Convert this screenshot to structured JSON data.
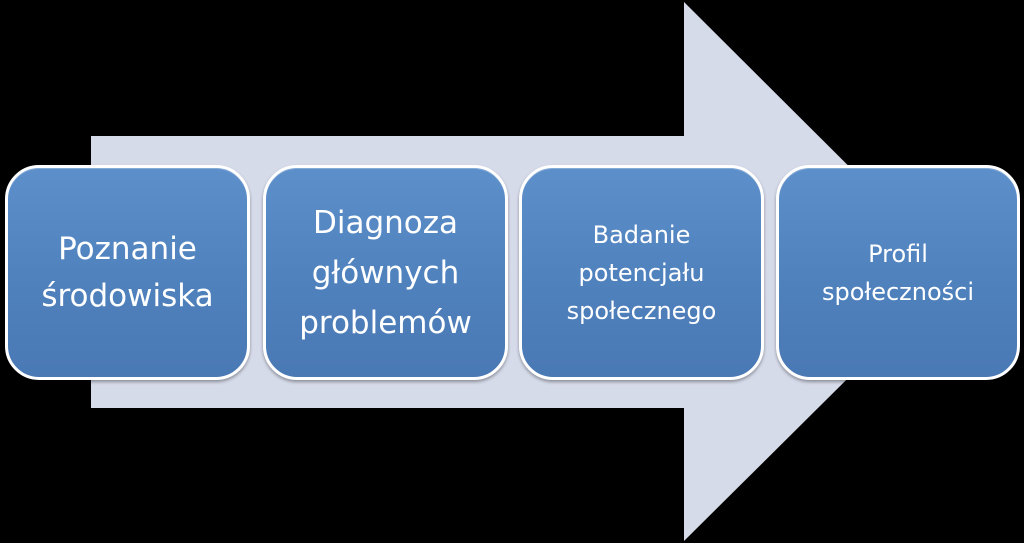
{
  "diagram": {
    "type": "process-arrow",
    "colors": {
      "background": "#000000",
      "arrow": "#d6dbea",
      "box_fill": "#4f81bd",
      "box_border": "#ffffff",
      "text": "#ffffff"
    },
    "steps": [
      {
        "label": "Poznanie\nśrodowiska"
      },
      {
        "label": "Diagnoza\ngłównych\nproblemów"
      },
      {
        "label": "Badanie\npotencjału\nspołecznego"
      },
      {
        "label": "Profil\nspołeczności"
      }
    ]
  }
}
